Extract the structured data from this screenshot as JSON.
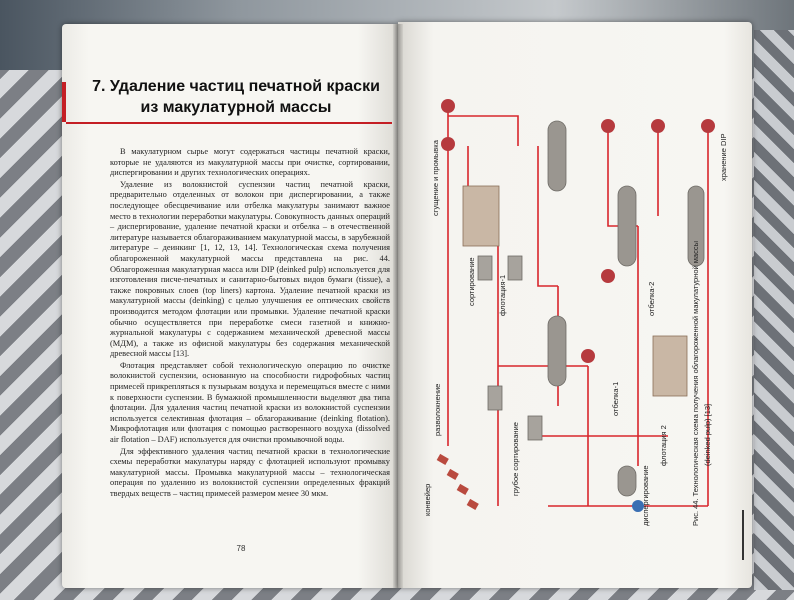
{
  "chapter": {
    "title": "7. Удаление частиц печатной краски из макулатурной массы"
  },
  "paragraphs": [
    "В макулатурном сырье могут содержаться частицы печатной краски, которые не удаляются из макулатурной массы при очистке, сортировании, диспергировании и других технологических операциях.",
    "Удаление из волокнистой суспензии частиц печатной краски, предварительно отделенных от волокон при диспергировании, а также последующее обесцвечивание или отбелка макулатуры занимают важное место в технологии переработки макулатуры. Совокупность данных операций – диспергирование, удаление печатной краски и отбелка – в отечественной литературе называется облагораживанием макулатурной массы, в зарубежной литературе – деинкинг [1, 12, 13, 14]. Технологическая схема получения облагороженной макулатурной массы представлена на рис. 44. Облагороженная макулатурная масса или DIP (deinked pulp) используется для изготовления писче-печатных и санитарно-бытовых видов бумаги (tissue), а также покровных слоев (top liners) картона. Удаление печатной краски из макулатурной массы (deinking) с целью улучшения ее оптических свойств производится методом флотации или промывки. Удаление печатной краски обычно осуществляется при переработке смеси газетной и книжно-журнальной макулатуры с содержанием механической древесной массы (МДМ), а также из офисной макулатуры без содержания механической древесной массы [13].",
    "Флотация представляет собой технологическую операцию по очистке волокнистой суспензии, основанную на способности гидрофобных частиц примесей прикрепляться к пузырькам воздуха и перемещаться вместе с ними к поверхности суспензии. В бумажной промышленности выделяют два типа флотации. Для удаления частиц печатной краски из волокнистой суспензии используется селективная флотация – облагораживание (deinking flotation). Микрофлотация или флотация с помощью растворенного воздуха (dissolved air flotation – DAF) используется для очистки промывочной воды.",
    "Для эффективного удаления частиц печатной краски в технологические схемы переработки макулатуры наряду с флотацией используют промывку макулатурной массы. Промывка макулатурной массы – технологическая операция по удалению из волокнистой суспензии определенных фракций твердых веществ – частиц примесей размером менее 30 мкм."
  ],
  "page_number": "78",
  "figure": {
    "caption": "Рис. 44. Технологическая схема получения облагороженной макулатурной массы",
    "caption_line2": "(deinked pulp) [13]",
    "labels": {
      "conveyor": "конвейер",
      "pulping": "разволокнение",
      "coarse_screening": "грубое сортирование",
      "screening": "сортирование",
      "flotation1": "флотация-1",
      "thickening": "сгущение и промывка",
      "dispersion": "диспергирование",
      "flotation2": "флотация 2",
      "bleach1": "отбелка-1",
      "bleach2": "отбелка-2",
      "storage": "хранение DIP"
    }
  },
  "colors": {
    "accent": "#c41e24",
    "pipe": "#d8262c",
    "equipment": "#9a9690"
  }
}
